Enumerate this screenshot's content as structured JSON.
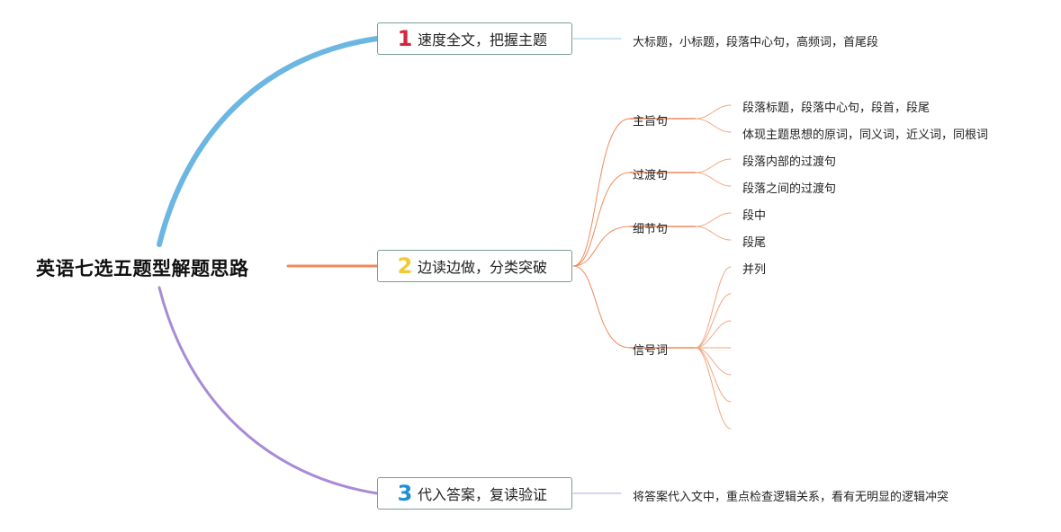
{
  "root": {
    "title": "英语七选五题型解题思路"
  },
  "colors": {
    "branch1": "#6cb6e2",
    "branch2": "#f08a5d",
    "branch3": "#a98ad6",
    "num1": "#d7263d",
    "num2": "#f2c933",
    "num3": "#1f8fd6",
    "box_border": "#7a9e93"
  },
  "branches": [
    {
      "number": "1",
      "label": "速度全文，把握主题",
      "note": "大标题，小标题，段落中心句，高频词，首尾段"
    },
    {
      "number": "2",
      "label": "边读边做，分类突破",
      "subtopics": [
        {
          "label": "主旨句",
          "items": [
            "段落标题，段落中心句，段首，段尾",
            "体现主题思想的原词，同义词，近义词，同根词"
          ]
        },
        {
          "label": "过渡句",
          "items": [
            "段落内部的过渡句",
            "段落之间的过渡句"
          ]
        },
        {
          "label": "细节句",
          "items": [
            "段中",
            "段尾"
          ]
        },
        {
          "label": "信号词",
          "items": [
            "并列",
            "",
            "",
            "",
            "",
            "",
            ""
          ]
        }
      ]
    },
    {
      "number": "3",
      "label": "代入答案，复读验证",
      "note": "将答案代入文中，重点检查逻辑关系，看有无明显的逻辑冲突"
    }
  ]
}
